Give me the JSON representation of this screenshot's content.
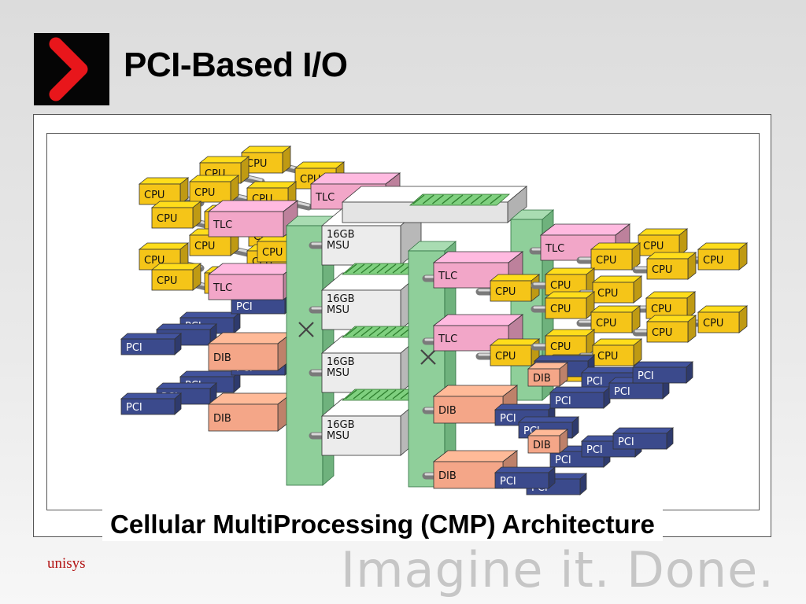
{
  "header": {
    "title": "PCI-Based I/O"
  },
  "logo": {
    "icon": "chevron-right-icon",
    "color": "#e8161b"
  },
  "diagram": {
    "labels": {
      "cpu": "CPU",
      "tlc": "TLC",
      "msu_line1": "16GB",
      "msu_line2": "MSU",
      "dib": "DIB",
      "pci": "PCI"
    },
    "colors": {
      "cpu": "#f5c518",
      "tlc": "#f2a6c8",
      "msu": "#ececec",
      "dib": "#f4a688",
      "pci": "#3b4a8c",
      "backplane": "#8fcf9a",
      "crossbar": "#b6e6c0"
    }
  },
  "caption": "Cellular MultiProcessing (CMP) Architecture",
  "footer": {
    "brand": "unisys",
    "tagline": "Imagine it.  Done."
  }
}
